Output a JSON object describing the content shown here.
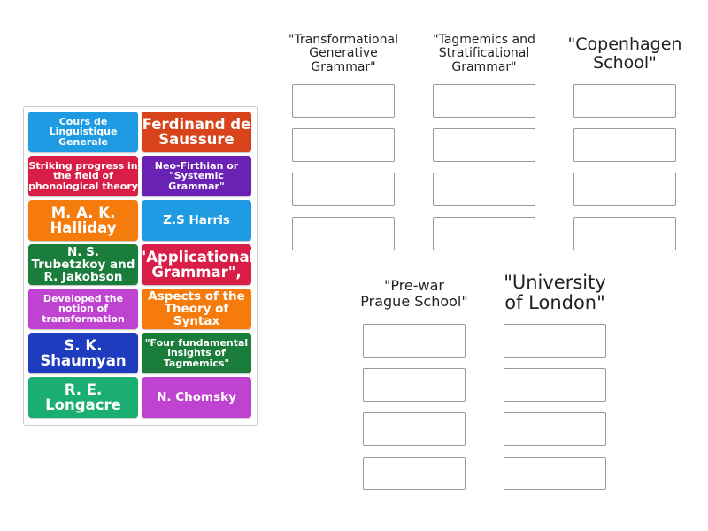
{
  "tiles": [
    {
      "label": "Cours de Linguistique Generale",
      "color": "#1e9be3"
    },
    {
      "label": "Ferdinand de Saussure",
      "color": "#d8431b"
    },
    {
      "label": "Striking progress in the field of phonological theory",
      "color": "#d81e46"
    },
    {
      "label": "Neo-Firthian or \"Systemic Grammar\"",
      "color": "#6a22b4"
    },
    {
      "label": "M. A. K. Halliday",
      "color": "#f47b0c"
    },
    {
      "label": "Z.S Harris",
      "color": "#1e9be3"
    },
    {
      "label": "N. S. Trubetzkoy and R. Jakobson",
      "color": "#1b7d3c"
    },
    {
      "label": "\"Applicational Grammar\",",
      "color": "#d81e46"
    },
    {
      "label": "Developed the notion of transformation",
      "color": "#bf42d0"
    },
    {
      "label": "Aspects of the Theory of Syntax",
      "color": "#f47b0c"
    },
    {
      "label": "S. K. Shaumyan",
      "color": "#1f3cbf"
    },
    {
      "label": "\"Four fundamental insights of Tagmemics\"",
      "color": "#1b7d3c"
    },
    {
      "label": "R. E. Longacre",
      "color": "#1aae73"
    },
    {
      "label": "N. Chomsky",
      "color": "#bf42d0"
    }
  ],
  "groups": [
    {
      "title": "\"Transformational\nGenerative\nGrammar\""
    },
    {
      "title": "\"Tagmemics and\nStratificational\nGrammar\""
    },
    {
      "title": "\"Copenhagen\nSchool\""
    },
    {
      "title": "\"Pre-war\nPrague School\""
    },
    {
      "title": "\"University\nof London\""
    }
  ]
}
